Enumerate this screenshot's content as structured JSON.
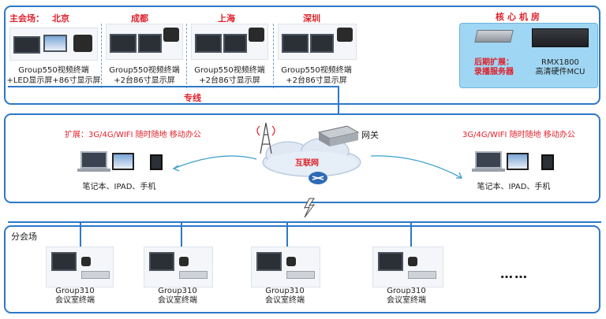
{
  "top": {
    "main_label": "主会场：",
    "sites": [
      {
        "city": "北京",
        "line1": "Group550视频终端",
        "line2": "+LED显示屏+86寸显示屏"
      },
      {
        "city": "成都",
        "line1": "Group550视频终端",
        "line2": "+2台86寸显示屏"
      },
      {
        "city": "上海",
        "line1": "Group550视频终端",
        "line2": "+2台86寸显示屏"
      },
      {
        "city": "深圳",
        "line1": "Group550视频终端",
        "line2": "+2台86寸显示屏"
      }
    ],
    "dedicated_line": "专线",
    "core_room": {
      "title": "核心机房",
      "recorder_label_1": "后期扩展：",
      "recorder_label_2": "录播服务器",
      "mcu_label_1": "RMX1800",
      "mcu_label_2": "高清硬件MCU"
    }
  },
  "middle": {
    "left_ext": "扩展：3G/4G/WIFI 随时随地 移动办公",
    "right_ext": "3G/4G/WIFI 随时随地 移动办公",
    "gateway": "网关",
    "internet": "互联网",
    "left_devices": "笔记本、IPAD、手机",
    "right_devices": "笔记本、IPAD、手机"
  },
  "bottom": {
    "label": "分会场",
    "terminals": [
      {
        "line1": "Group310",
        "line2": "会议室终端"
      },
      {
        "line1": "Group310",
        "line2": "会议室终端"
      },
      {
        "line1": "Group310",
        "line2": "会议室终端"
      },
      {
        "line1": "Group310",
        "line2": "会议室终端"
      }
    ],
    "more": "……"
  },
  "colors": {
    "accent": "#2d78c8",
    "red": "#e0202a",
    "core_bg": "#9fd6f3"
  }
}
